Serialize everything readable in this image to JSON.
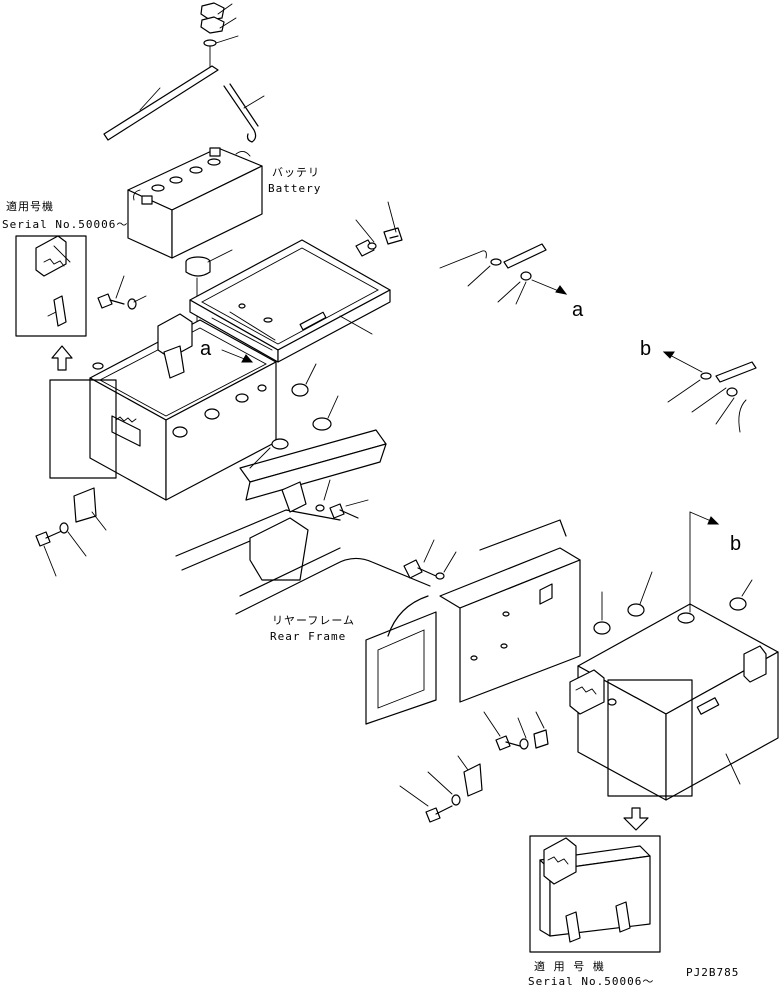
{
  "labels": {
    "battery_jp": "バッテリ",
    "battery_en": "Battery",
    "serial_top_jp": "適用号機",
    "serial_top_en": "Serial No.50006～",
    "rear_frame_jp": "リヤーフレーム",
    "rear_frame_en": "Rear Frame",
    "serial_bottom_jp": "適 用 号 機",
    "serial_bottom_en": "Serial No.50006～",
    "drawing_code": "PJ2B785",
    "ref_a": "a",
    "ref_b": "b"
  }
}
